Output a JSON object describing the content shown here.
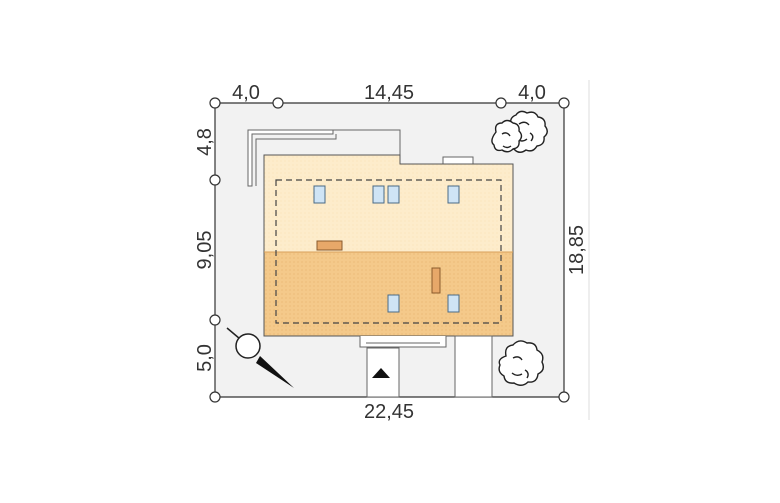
{
  "dimensions": {
    "top_left": "4,0",
    "top_middle": "14,45",
    "top_right": "4,0",
    "bottom": "22,45",
    "left_top": "4,8",
    "left_middle": "9,05",
    "left_bottom": "5,0",
    "right": "18,85"
  },
  "icons": [
    "compass-icon",
    "tree-icon",
    "entrance-arrow-icon"
  ]
}
